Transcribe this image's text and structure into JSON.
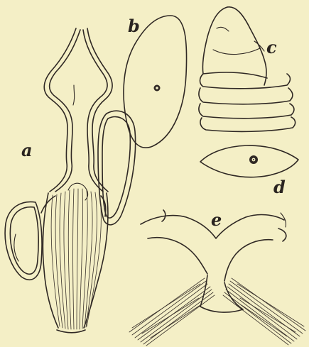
{
  "figure_labels": {
    "a": "a",
    "b": "b",
    "c": "c",
    "d": "d",
    "e": "e"
  },
  "colors": {
    "paper": "#f4efc6",
    "ink": "#2f2824"
  }
}
